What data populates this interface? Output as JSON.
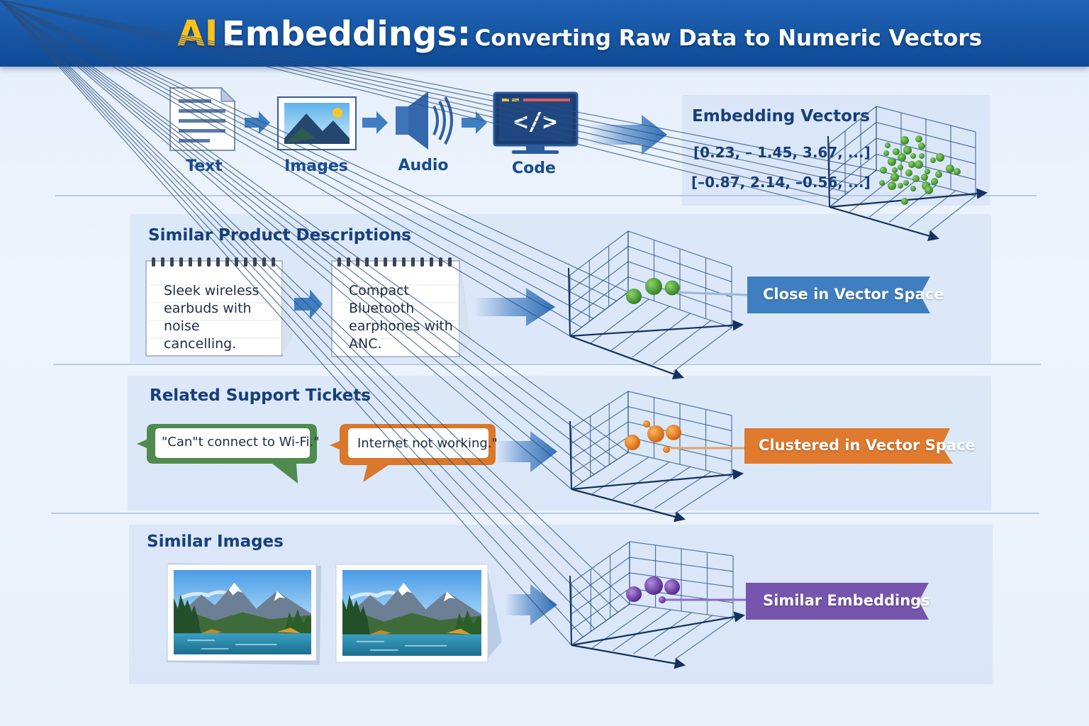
{
  "header": {
    "title_ai": "AI",
    "title_embeddings": "Embeddings:",
    "title_sub": "Converting Raw Data to Numeric Vectors"
  },
  "sources": [
    {
      "label": "Text",
      "icon": "document-icon"
    },
    {
      "label": "Images",
      "icon": "image-icon"
    },
    {
      "label": "Audio",
      "icon": "speaker-icon"
    },
    {
      "label": "Code",
      "icon": "code-monitor-icon"
    }
  ],
  "vectors": {
    "title": "Embedding Vectors",
    "lines": [
      "[0.23, – 1.45, 3.67, ...]",
      "[–0.87, 2.14, –0.56, ...]"
    ]
  },
  "sections": {
    "products": {
      "title": "Similar Product Descriptions",
      "note1": "Sleek wireless earbuds with noise cancelling.",
      "note2": "Compact Bluetooth earphones with ANC.",
      "label": "Close in Vector Space"
    },
    "tickets": {
      "title": "Related Support Tickets",
      "bubble1": "\"Can\"t connect to Wi-Fi.\"",
      "bubble2": "Internet not working.\"",
      "label": "Clustered in Vector Space"
    },
    "images": {
      "title": "Similar Images",
      "label": "Similar Embeddings"
    }
  },
  "colors": {
    "header": "#1a5aa8",
    "accent_yellow": "#ffc21a",
    "green": "#3d8f2f",
    "orange": "#e37a1e",
    "purple": "#6a3d9e",
    "banner_blue": "#3f7fc1",
    "banner_orange": "#df7a2e",
    "banner_purple": "#7555ad"
  }
}
